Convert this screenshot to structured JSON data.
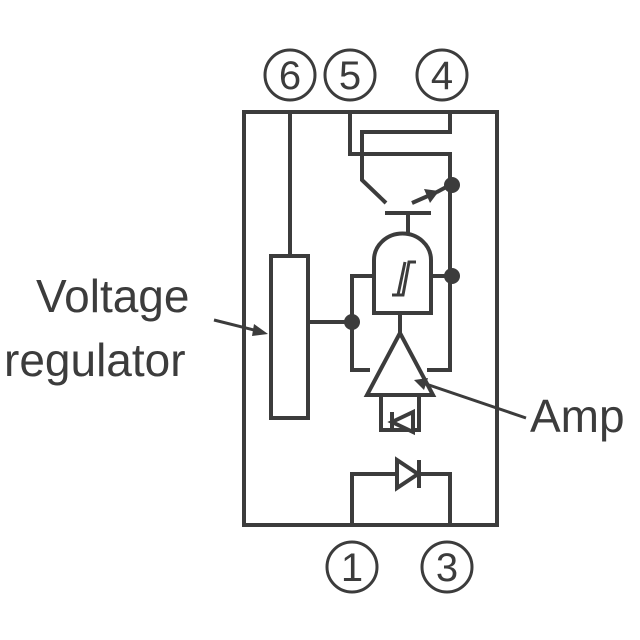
{
  "pins": {
    "pin6": "6",
    "pin5": "5",
    "pin4": "4",
    "pin1": "1",
    "pin3": "3"
  },
  "labels": {
    "voltage_regulator_line1": "Voltage",
    "voltage_regulator_line2": "regulator",
    "amp": "Amp"
  },
  "colors": {
    "ink": "#3c3c3c",
    "background": "#ffffff"
  }
}
